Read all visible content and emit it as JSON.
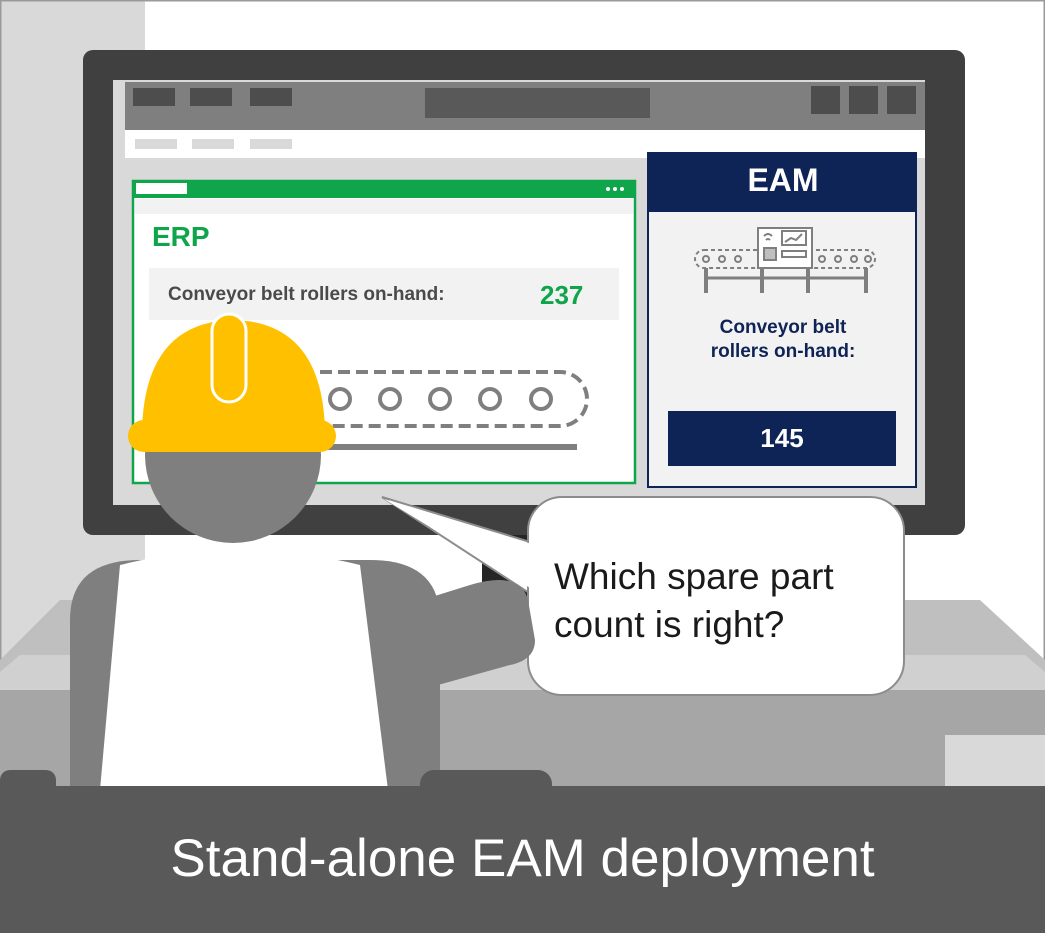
{
  "erp": {
    "title": "ERP",
    "label": "Conveyor belt rollers on-hand:",
    "value": "237",
    "accent_color": "#0fa54a"
  },
  "eam": {
    "title": "EAM",
    "label": "Conveyor belt rollers on-hand:",
    "value": "145",
    "header_color": "#0f2456"
  },
  "bubble": {
    "text": "Which spare part count is right?"
  },
  "caption": {
    "text": "Stand-alone EAM deployment"
  },
  "colors": {
    "hard_hat": "#ffc000",
    "caption_bar": "#595959",
    "monitor_bezel": "#404040"
  },
  "icons": {
    "worker": "worker-with-hard-hat-icon",
    "conveyor_erp": "conveyor-belt-icon",
    "conveyor_eam": "conveyor-machine-icon"
  }
}
